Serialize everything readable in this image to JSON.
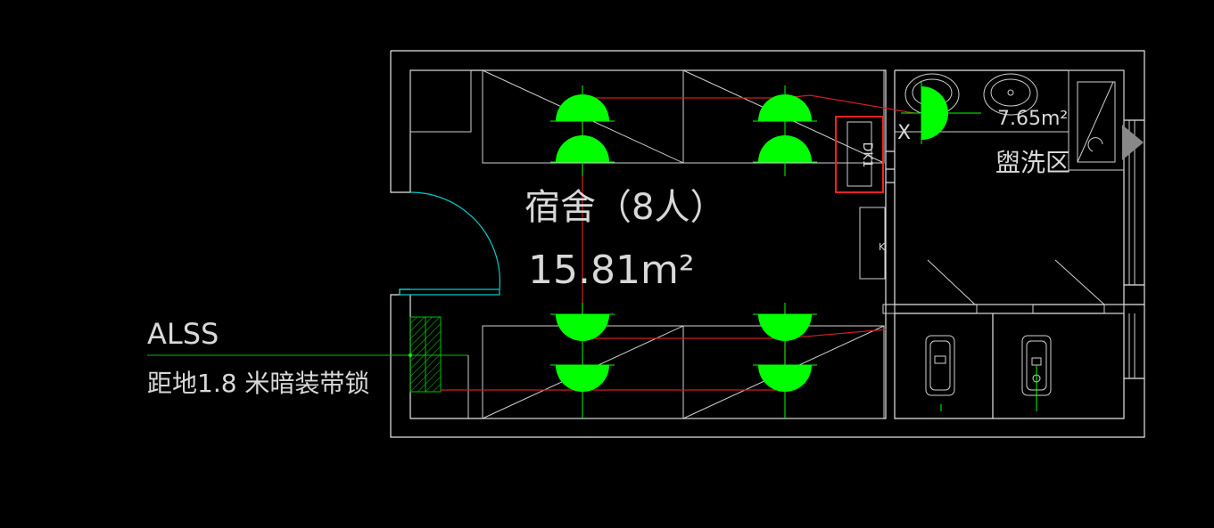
{
  "room": {
    "name": "宿舍（8人）",
    "area": "15.81m²"
  },
  "washroom": {
    "name": "盥洗区",
    "area": "7.65m²"
  },
  "panel": {
    "label": "DK1",
    "highlight_color": "#ff2020"
  },
  "switch_mark": "K",
  "switch_symbol": "X",
  "callout": {
    "code": "ALSS",
    "note": "距地1.8 米暗装带锁"
  },
  "colors": {
    "background": "#000000",
    "wall": "#e6e6e6",
    "wire": "#d21e1e",
    "lamp": "#00ff00",
    "door_arc": "#00d0d0"
  }
}
